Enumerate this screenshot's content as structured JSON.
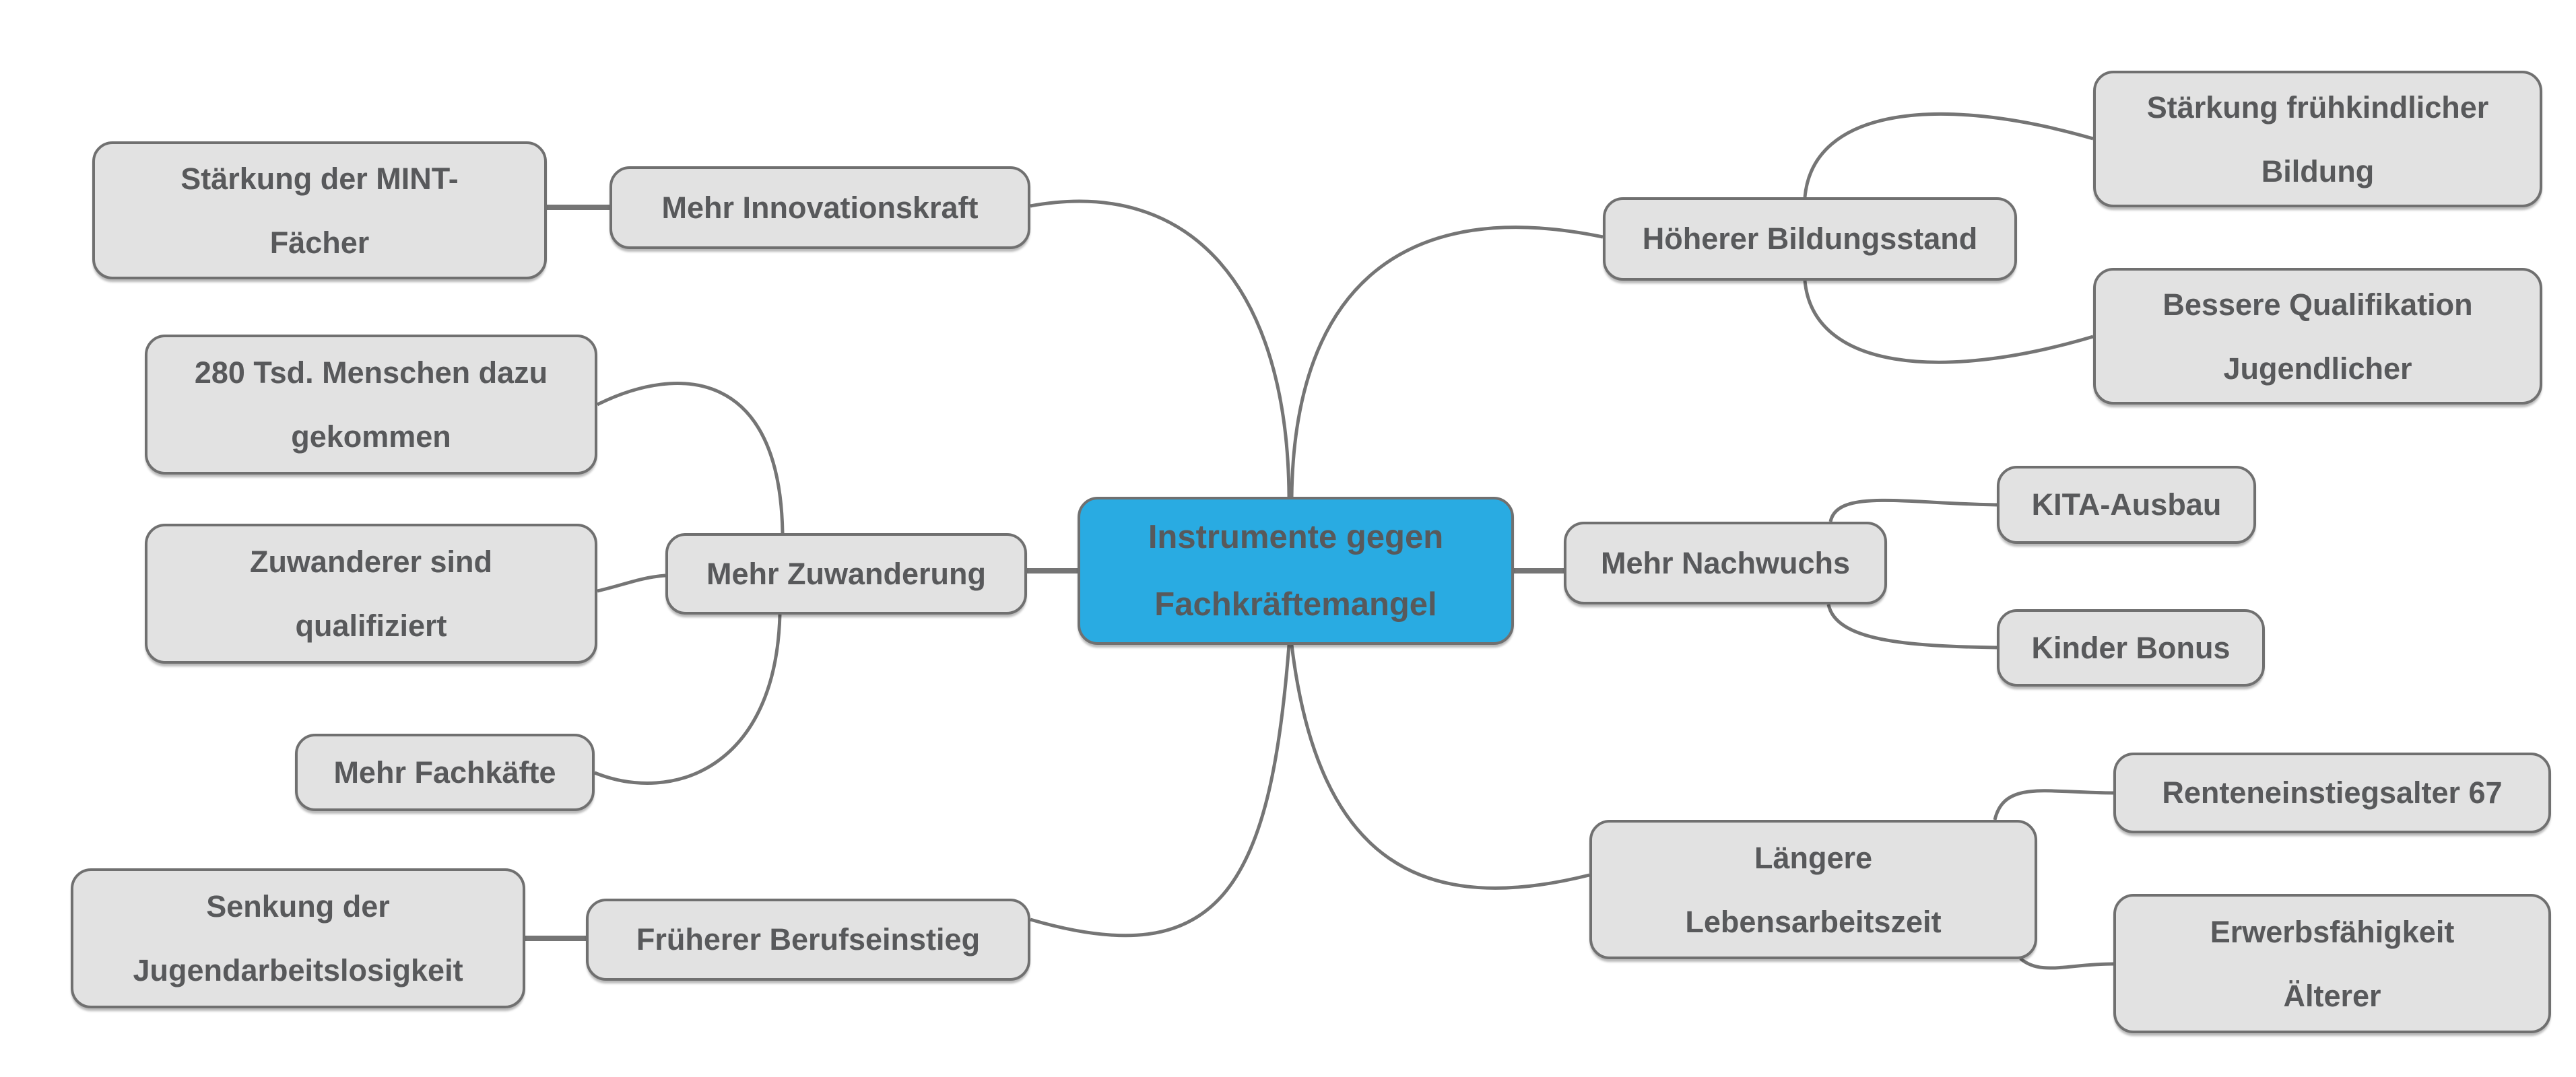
{
  "mindmap": {
    "root": {
      "label": "Instrumente gegen\nFachkräftemangel"
    },
    "branches": [
      {
        "label": "Mehr Innovationskraft",
        "children": [
          {
            "label": "Stärkung der MINT-\nFächer"
          }
        ]
      },
      {
        "label": "Mehr Zuwanderung",
        "children": [
          {
            "label": "280 Tsd. Menschen dazu\ngekommen"
          },
          {
            "label": "Zuwanderer sind\nqualifiziert"
          },
          {
            "label": "Mehr Fachkäfte"
          }
        ]
      },
      {
        "label": "Früherer Berufseinstieg",
        "children": [
          {
            "label": "Senkung der\nJugendarbeitslosigkeit"
          }
        ]
      },
      {
        "label": "Höherer Bildungsstand",
        "children": [
          {
            "label": "Stärkung frühkindlicher\nBildung"
          },
          {
            "label": "Bessere Qualifikation\nJugendlicher"
          }
        ]
      },
      {
        "label": "Mehr Nachwuchs",
        "children": [
          {
            "label": "KITA-Ausbau"
          },
          {
            "label": "Kinder Bonus"
          }
        ]
      },
      {
        "label": "Längere\nLebensarbeitszeit",
        "children": [
          {
            "label": "Renteneinstiegsalter 67"
          },
          {
            "label": "Erwerbsfähigkeit\nÄlterer"
          }
        ]
      }
    ]
  },
  "colors": {
    "accent": "#29abe2",
    "fill": "#e2e2e2",
    "border": "#707070",
    "connector": "#757575",
    "text": "#58595b",
    "bg": "#ffffff"
  }
}
